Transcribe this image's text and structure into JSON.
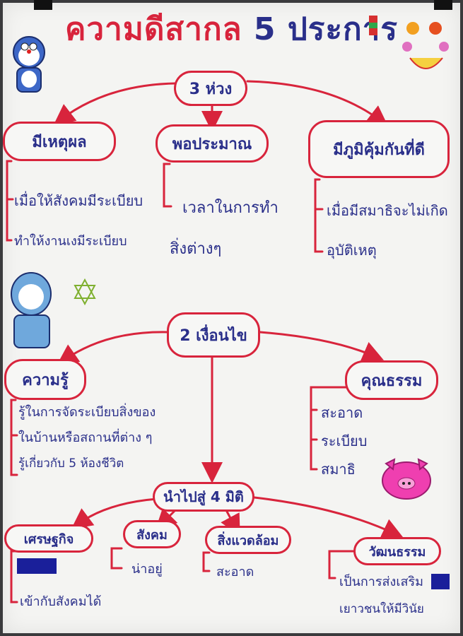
{
  "title": {
    "text": "ความดีสากล",
    "num": "5",
    "suffix": "ประการ"
  },
  "hub1": "3 ห่วง",
  "level1": [
    {
      "label": "มีเหตุผล",
      "items": [
        "เมื่อให้สังคมมีระเบียบ",
        "ทำให้งานเงมีระเบียบ"
      ]
    },
    {
      "label": "พอประมาณ",
      "items": [
        "เวลาในการทำ",
        "สิ่งต่างๆ"
      ]
    },
    {
      "label": "มีภูมิคุ้มกันที่ดี",
      "items": [
        "เมื่อมีสมาธิจะไม่เกิด",
        "อุบัติเหตุ"
      ]
    }
  ],
  "hub2": "2 เงื่อนไข",
  "level2": [
    {
      "label": "ความรู้",
      "items": [
        "รู้ในการจัดระเบียบสิ่งของ",
        "ในบ้านหรือสถานที่ต่าง ๆ",
        "รู้เกี่ยวกับ 5 ห้องชีวิต"
      ]
    },
    {
      "label": "คุณธรรม",
      "items": [
        "สะอาด",
        "ระเบียบ",
        "สมาธิ"
      ]
    }
  ],
  "hub3": "นำไปสู่ 4 มิติ",
  "level3": [
    {
      "label": "เศรษฐกิจ",
      "items": [
        "เข้ากับสังคมได้"
      ]
    },
    {
      "label": "สังคม",
      "items": [
        "น่าอยู่"
      ]
    },
    {
      "label": "สิ่งแวดล้อม",
      "items": [
        "สะอาด"
      ]
    },
    {
      "label": "วัฒนธรรม",
      "items": [
        "เป็นการส่งเสริม",
        "เยาวชนให้มีวินัย"
      ]
    }
  ]
}
